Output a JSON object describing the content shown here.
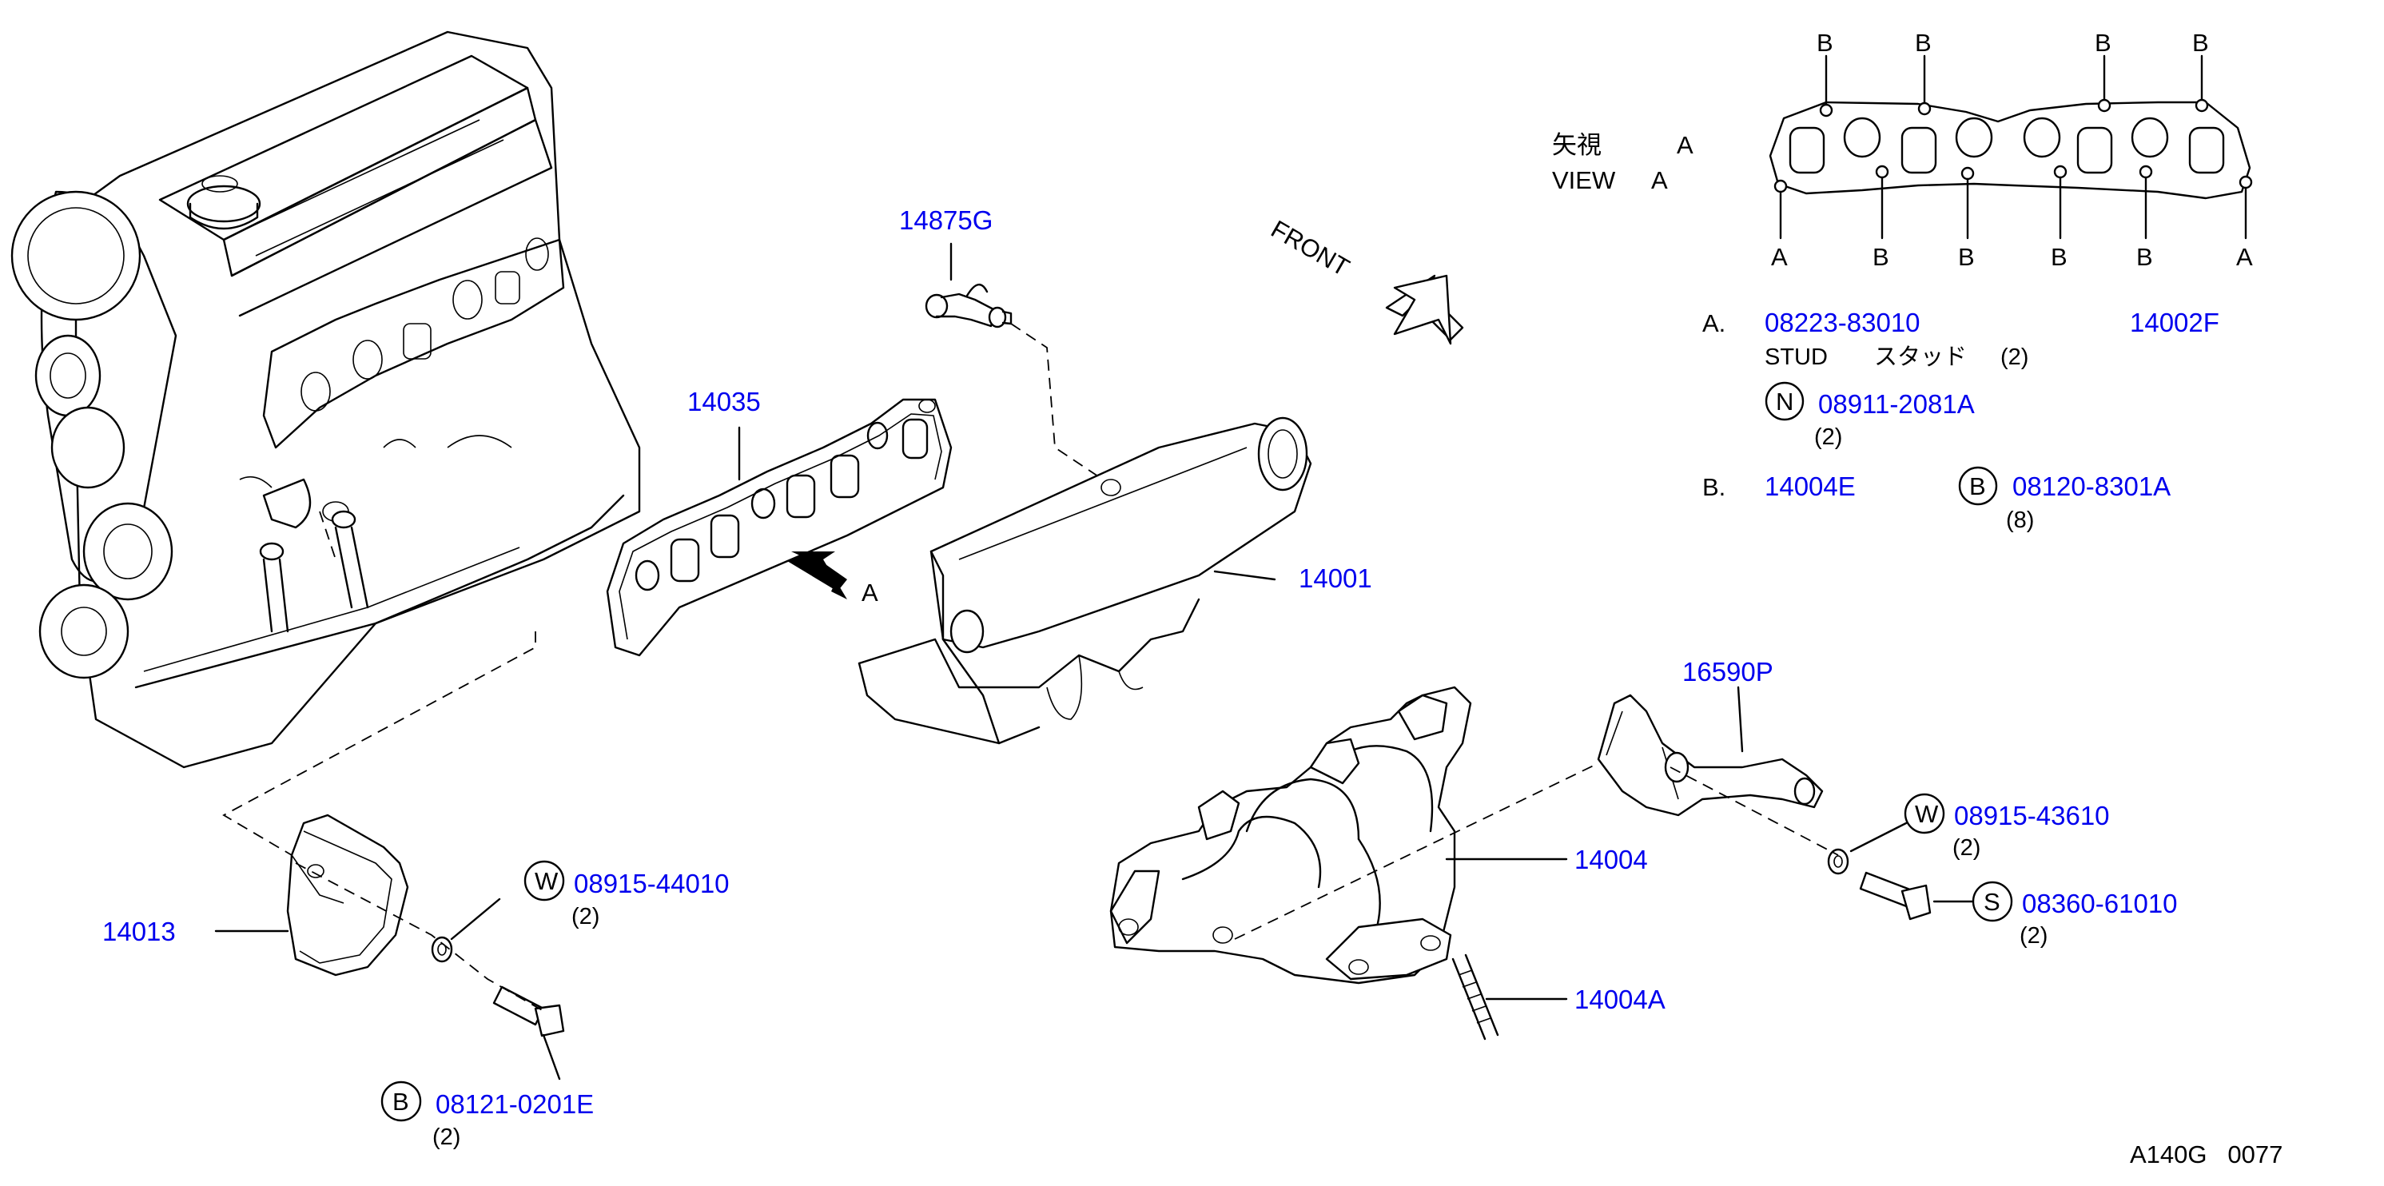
{
  "colors": {
    "part_link": "#0000ee",
    "line": "#000000",
    "background": "#ffffff"
  },
  "labels": {
    "front": "FRONT",
    "arrow_a": "A",
    "view_jp": "矢視",
    "view_jp_letter": "A",
    "view_en": "VIEW",
    "view_en_letter": "A",
    "gasket_top_b": [
      "B",
      "B",
      "B",
      "B"
    ],
    "gasket_bottom": [
      "A",
      "B",
      "B",
      "B",
      "B",
      "A"
    ],
    "legend_a": "A.",
    "legend_b": "B.",
    "stud_en": "STUD",
    "stud_jp": "スタッド",
    "qty_stud": "(2)",
    "qty_n": "(2)",
    "qty_b8": "(8)",
    "qty_w1": "(2)",
    "qty_w2": "(2)",
    "qty_s": "(2)",
    "qty_b2": "(2)",
    "circ_n": "N",
    "circ_b_legend": "B",
    "circ_w1": "W",
    "circ_w2": "W",
    "circ_s": "S",
    "circ_b2": "B",
    "figure_code": "A140G   0077"
  },
  "parts": {
    "p14875G": "14875G",
    "p14035": "14035",
    "p14001": "14001",
    "p08223_83010": "08223-83010",
    "p14002F": "14002F",
    "p08911_2081A": "08911-2081A",
    "p14004E": "14004E",
    "p08120_8301A": "08120-8301A",
    "p16590P": "16590P",
    "p08915_43610": "08915-43610",
    "p14004": "14004",
    "p08360_61010": "08360-61010",
    "p14004A": "14004A",
    "p14013": "14013",
    "p08915_44010": "08915-44010",
    "p08121_0201E": "08121-0201E"
  }
}
